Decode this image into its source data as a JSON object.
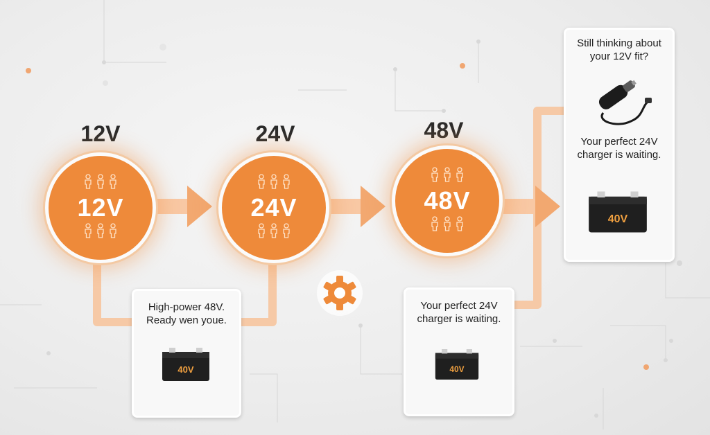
{
  "stages": [
    {
      "label": "12V",
      "center": "12V"
    },
    {
      "label": "24V",
      "center": "24V"
    },
    {
      "label": "48V",
      "center": "48V"
    }
  ],
  "cards": {
    "left": {
      "line1": "High-power 48V.",
      "line2": "Ready wen youe.",
      "battery_text": "40V"
    },
    "middle": {
      "line1": "Your perfect 24V",
      "line2": "charger is waiting.",
      "battery_text": "40V"
    },
    "right": {
      "top_line1": "Still thinking about",
      "top_line2": "your 12V fit?",
      "bottom_line1": "Your perfect 24V",
      "bottom_line2": "charger is waiting.",
      "battery_text": "40V"
    }
  },
  "icons": [
    "person-icon",
    "arrow-right-icon",
    "gear-icon",
    "car-charger-icon",
    "battery-icon"
  ],
  "colors": {
    "accent": "#ee8a3a",
    "connector": "#f6c7a2",
    "text": "#222222",
    "background": "#ececec"
  }
}
